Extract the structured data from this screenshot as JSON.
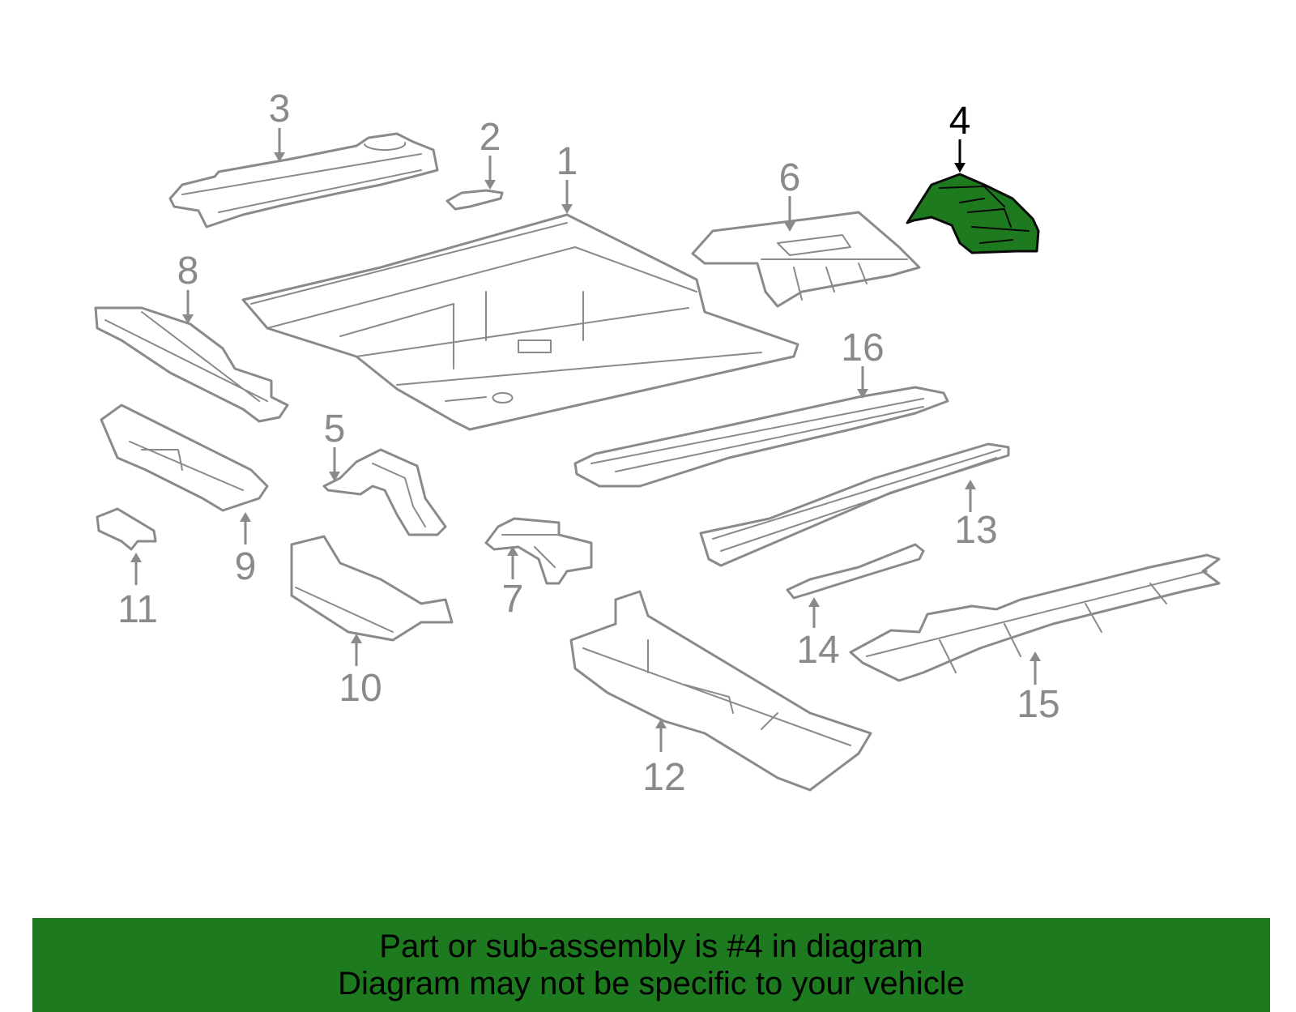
{
  "banner": {
    "line1": "Part or sub-assembly is #4 in diagram",
    "line2": "Diagram may not be specific to your vehicle",
    "background": "#1e7a1e"
  },
  "highlight_color": "#1e7a1e",
  "callouts": [
    {
      "label": "1"
    },
    {
      "label": "2"
    },
    {
      "label": "3"
    },
    {
      "label": "4",
      "highlighted": true
    },
    {
      "label": "5"
    },
    {
      "label": "6"
    },
    {
      "label": "7"
    },
    {
      "label": "8"
    },
    {
      "label": "9"
    },
    {
      "label": "10"
    },
    {
      "label": "11"
    },
    {
      "label": "12"
    },
    {
      "label": "13"
    },
    {
      "label": "14"
    },
    {
      "label": "15"
    },
    {
      "label": "16"
    }
  ]
}
